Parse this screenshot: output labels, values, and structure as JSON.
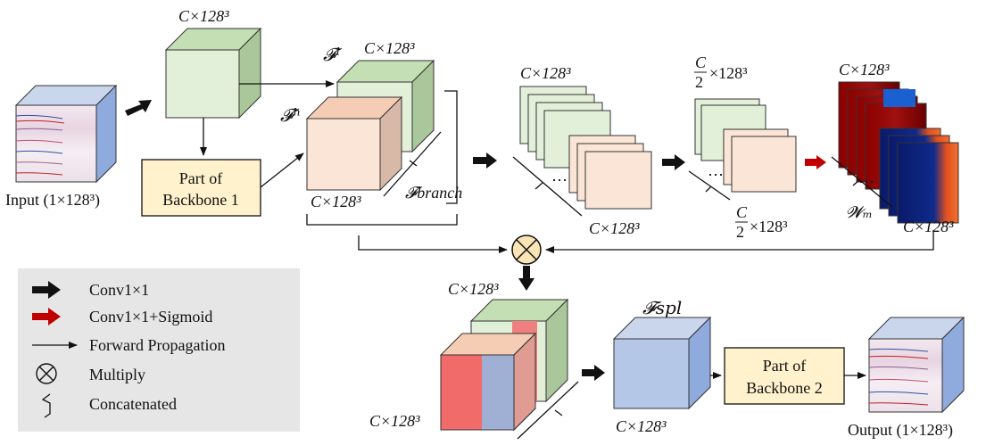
{
  "labels": {
    "cube_top": "C×128³",
    "input": "Input (1×128³)",
    "f_l": "𝓕ˡ",
    "f_l_size": "C×128³",
    "f_h": "𝓕ʰ",
    "f_h_size": "C×128³",
    "f_branch": "𝓕branch",
    "stack1_top": "C×128³",
    "stack1_bottom": "C×128³",
    "stack2_top_num": "C",
    "stack2_top_den": "2",
    "stack2_top_rest": "×128³",
    "stack2_bottom_num": "C",
    "stack2_bottom_den": "2",
    "stack2_bottom_rest": "×128³",
    "stack3_top": "C×128³",
    "stack3_bottom": "C×128³",
    "w_m": "𝓦ₘ",
    "mult_top": "C×128³",
    "mult_bottom": "C×128³",
    "f_spl": "𝓕spl",
    "f_spl_size": "C×128³",
    "output": "Output (1×128³)"
  },
  "boxes": {
    "backbone1_line1": "Part of",
    "backbone1_line2": "Backbone 1",
    "backbone2_line1": "Part of",
    "backbone2_line2": "Backbone 2"
  },
  "legend": {
    "conv": "Conv1×1",
    "conv_sigmoid": "Conv1×1+Sigmoid",
    "forward": "Forward Propagation",
    "multiply": "Multiply",
    "concat": "Concatenated"
  },
  "colors": {
    "green_face": "#e2efd9",
    "green_top": "#c5dfb4",
    "green_side": "#a9c79a",
    "peach_face": "#fbe5d6",
    "peach_top": "#f4cdb4",
    "peach_side": "#d8b9a8",
    "blue_face": "#b4c7e7",
    "blue_top": "#c9d6ec",
    "blue_side": "#8faadc",
    "box_fill": "#fff2cc",
    "legend_bg": "#e7e6e6",
    "red_arrow": "#c00000",
    "mult_fill": "#fbe5b6"
  }
}
